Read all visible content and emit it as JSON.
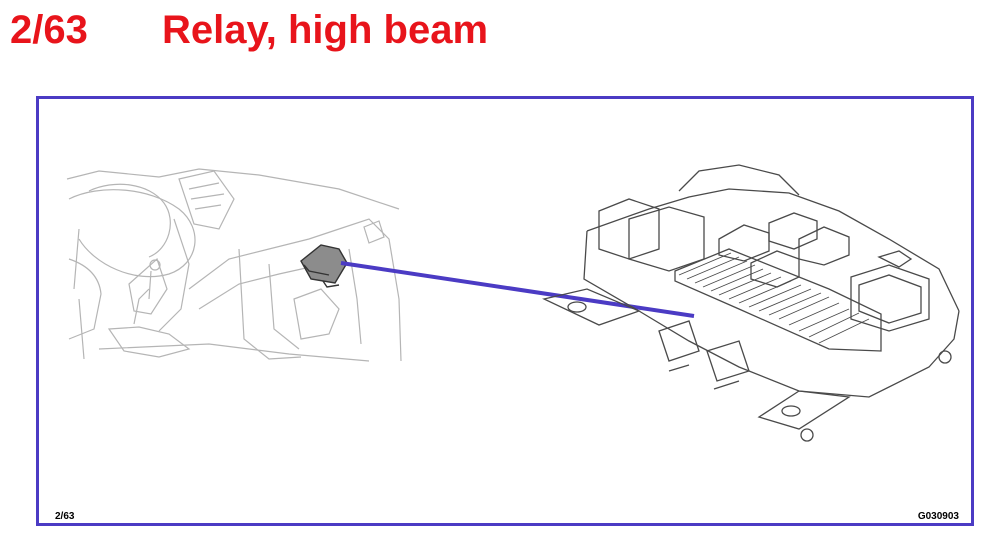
{
  "header": {
    "code": "2/63",
    "title": "Relay, high beam"
  },
  "figure": {
    "ref_left": "2/63",
    "ref_right": "G030903"
  },
  "colors": {
    "title": "#e8141b",
    "frame": "#4b3bc4",
    "leader": "#4b3bc4",
    "relay": "#8c8c8c"
  }
}
